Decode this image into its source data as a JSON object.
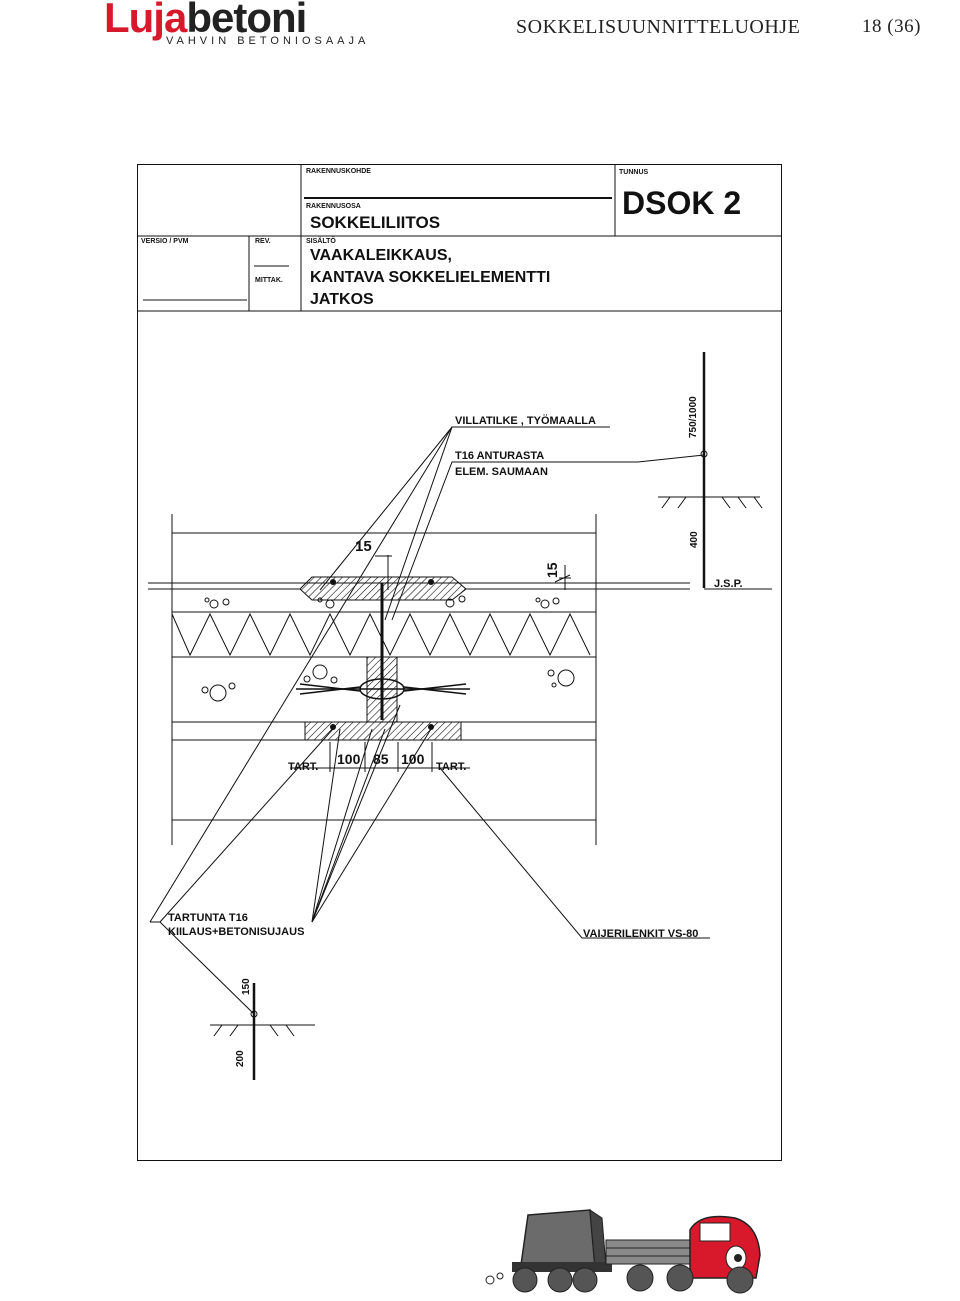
{
  "header": {
    "logo_part1": "Luja",
    "logo_part2": "betoni",
    "logo_tagline": "VAHVIN BETONIOSAAJA",
    "document_title": "SOKKELISUUNNITTELUOHJE",
    "page_number": "18 (36)",
    "brand_red": "#d8192c",
    "brand_dark": "#222222"
  },
  "title_block": {
    "label_project": "RAKENNUSKOHDE",
    "label_part": "RAKENNUSOSA",
    "part_value": "SOKKELILIITOS",
    "label_code": "TUNNUS",
    "code_value": "DSOK 2",
    "label_version": "VERSIO / PVM",
    "label_rev": "REV.",
    "label_scale": "MITTAK.",
    "label_content": "SISÄLTÖ",
    "content_line1": "VAAKALEIKKAUS,",
    "content_line2": "KANTAVA SOKKELIELEMENTTI",
    "content_line3": "JATKOS"
  },
  "drawing": {
    "note_villa": "VILLATILKE , TYÖMAALLA",
    "note_t16_1": "T16 ANTURASTA",
    "note_t16_2": "ELEM. SAUMAAN",
    "dim_750": "750/1000",
    "dim_400": "400",
    "label_jsp": "J.S.P.",
    "dim_15_top": "15",
    "dim_15_side": "15",
    "label_tart_left": "TART.",
    "dim_100_left": "100",
    "dim_85": "85",
    "dim_100_right": "100",
    "label_tart_right": "TART.",
    "note_tartunta_1": "TARTUNTA T16",
    "note_tartunta_2": "KIILAUS+BETONISUJAUS",
    "note_vaijeri": "VAIJERILENKIT VS-80",
    "dim_150": "150",
    "dim_200": "200"
  }
}
